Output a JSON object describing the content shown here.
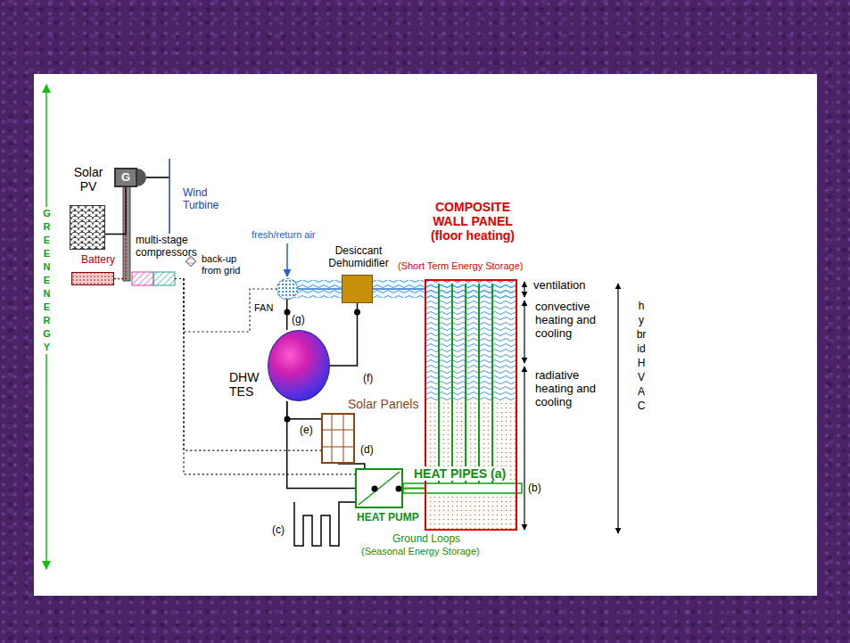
{
  "diagram": {
    "nodes": [
      {
        "text": [
          "Solar PV"
        ]
      },
      {
        "text": [
          "G"
        ]
      },
      {
        "text": [
          "Battery"
        ]
      },
      {
        "text": [
          "multi-stage compressors"
        ]
      },
      {
        "text": [
          "FAN"
        ]
      },
      {
        "text": [
          "Desiccant Dehumidifier"
        ]
      },
      {
        "text": [
          "DHW TES"
        ]
      },
      {
        "text": [
          "Solar Panels"
        ]
      },
      {
        "text": [
          "COMPOSITE WALL PANEL (floor heating)",
          "(Short Term Energy Storage)"
        ]
      },
      {
        "text": [
          "HEAT PUMP"
        ]
      }
    ],
    "edges": [
      {
        "from": 0,
        "to": 1,
        "arrow": "none"
      },
      {
        "from": 2,
        "to": 1,
        "arrow": "none"
      },
      {
        "from": 3,
        "to": 4,
        "arrow": "none"
      },
      {
        "from": 3,
        "to": 7,
        "arrow": "none"
      },
      {
        "from": 3,
        "to": 9,
        "arrow": "none"
      },
      {
        "from": 4,
        "to": 5,
        "arrow": "none"
      },
      {
        "from": 5,
        "to": 8,
        "arrow": "none"
      },
      {
        "from": 4,
        "to": 6,
        "arrow": "none"
      },
      {
        "from": 5,
        "to": 6,
        "arrow": "none"
      },
      {
        "from": 6,
        "to": 7,
        "arrow": "none"
      },
      {
        "from": 6,
        "to": 9,
        "arrow": "none"
      },
      {
        "from": 7,
        "to": 9,
        "arrow": "none"
      },
      {
        "from": 9,
        "to": 8,
        "arrow": "none"
      }
    ],
    "labels": [
      "Wind Turbine",
      "back-up from grid",
      "fresh/return air",
      "(g)",
      "(f)",
      "(e)",
      "(d)",
      "HEAT PIPES (a)",
      "(b)",
      "(c)",
      "Ground Loops",
      "(Seasonal Energy Storage)",
      "ventilation",
      "convective heating and cooling",
      "radiative heating and cooling",
      "GREEN ENERGY",
      "hybrid HVAC"
    ]
  }
}
